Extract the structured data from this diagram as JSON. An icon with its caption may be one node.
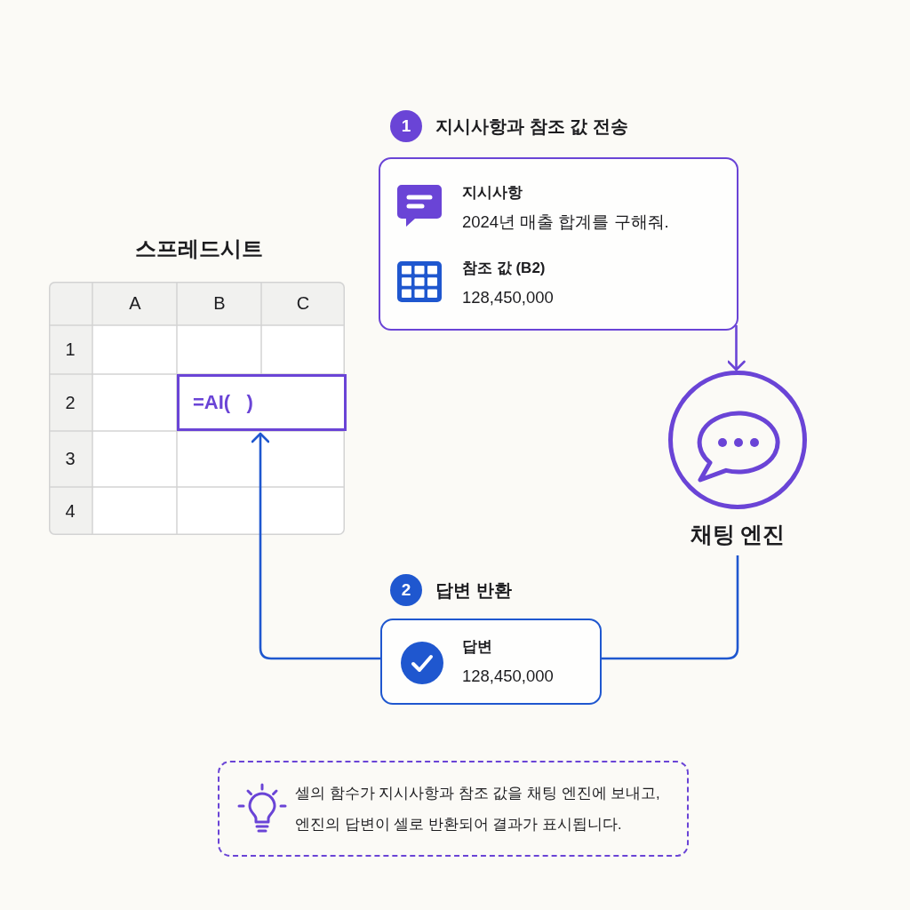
{
  "diagram": {
    "nodes": [
      {
        "text": [
          "1"
        ],
        "beside": [
          "지시사항과 참조 값 전송"
        ]
      },
      {
        "text": [
          "지시사항",
          "2024년 매출 합계를 구해줘.",
          "참조 값 (B2)",
          "128,450,000"
        ]
      },
      {
        "text": [
          "스프레드시트"
        ]
      },
      {
        "text": [
          "=AI(   )"
        ],
        "in": 2
      },
      {
        "text": [
          "채팅 엔진"
        ]
      },
      {
        "text": [
          "2"
        ],
        "beside": [
          "답변 반환"
        ]
      },
      {
        "text": [
          "답변",
          "128,450,000"
        ]
      },
      {
        "text": [
          "셀의 함수가 지시사항과 참조 값을 채팅 엔진에 보내고, 엔진의 답변이 셀로 반환되어 결과가 표시됩니다."
        ]
      }
    ],
    "edges": [
      {
        "from": 1,
        "to": 4,
        "arrow": "to",
        "color": "#6a44d6"
      },
      {
        "from": 4,
        "to": 6,
        "arrow": "none"
      },
      {
        "from": 6,
        "to": 3,
        "arrow": "to"
      }
    ],
    "labels": [
      "A",
      "B",
      "C",
      "1",
      "2",
      "3",
      "4"
    ]
  }
}
